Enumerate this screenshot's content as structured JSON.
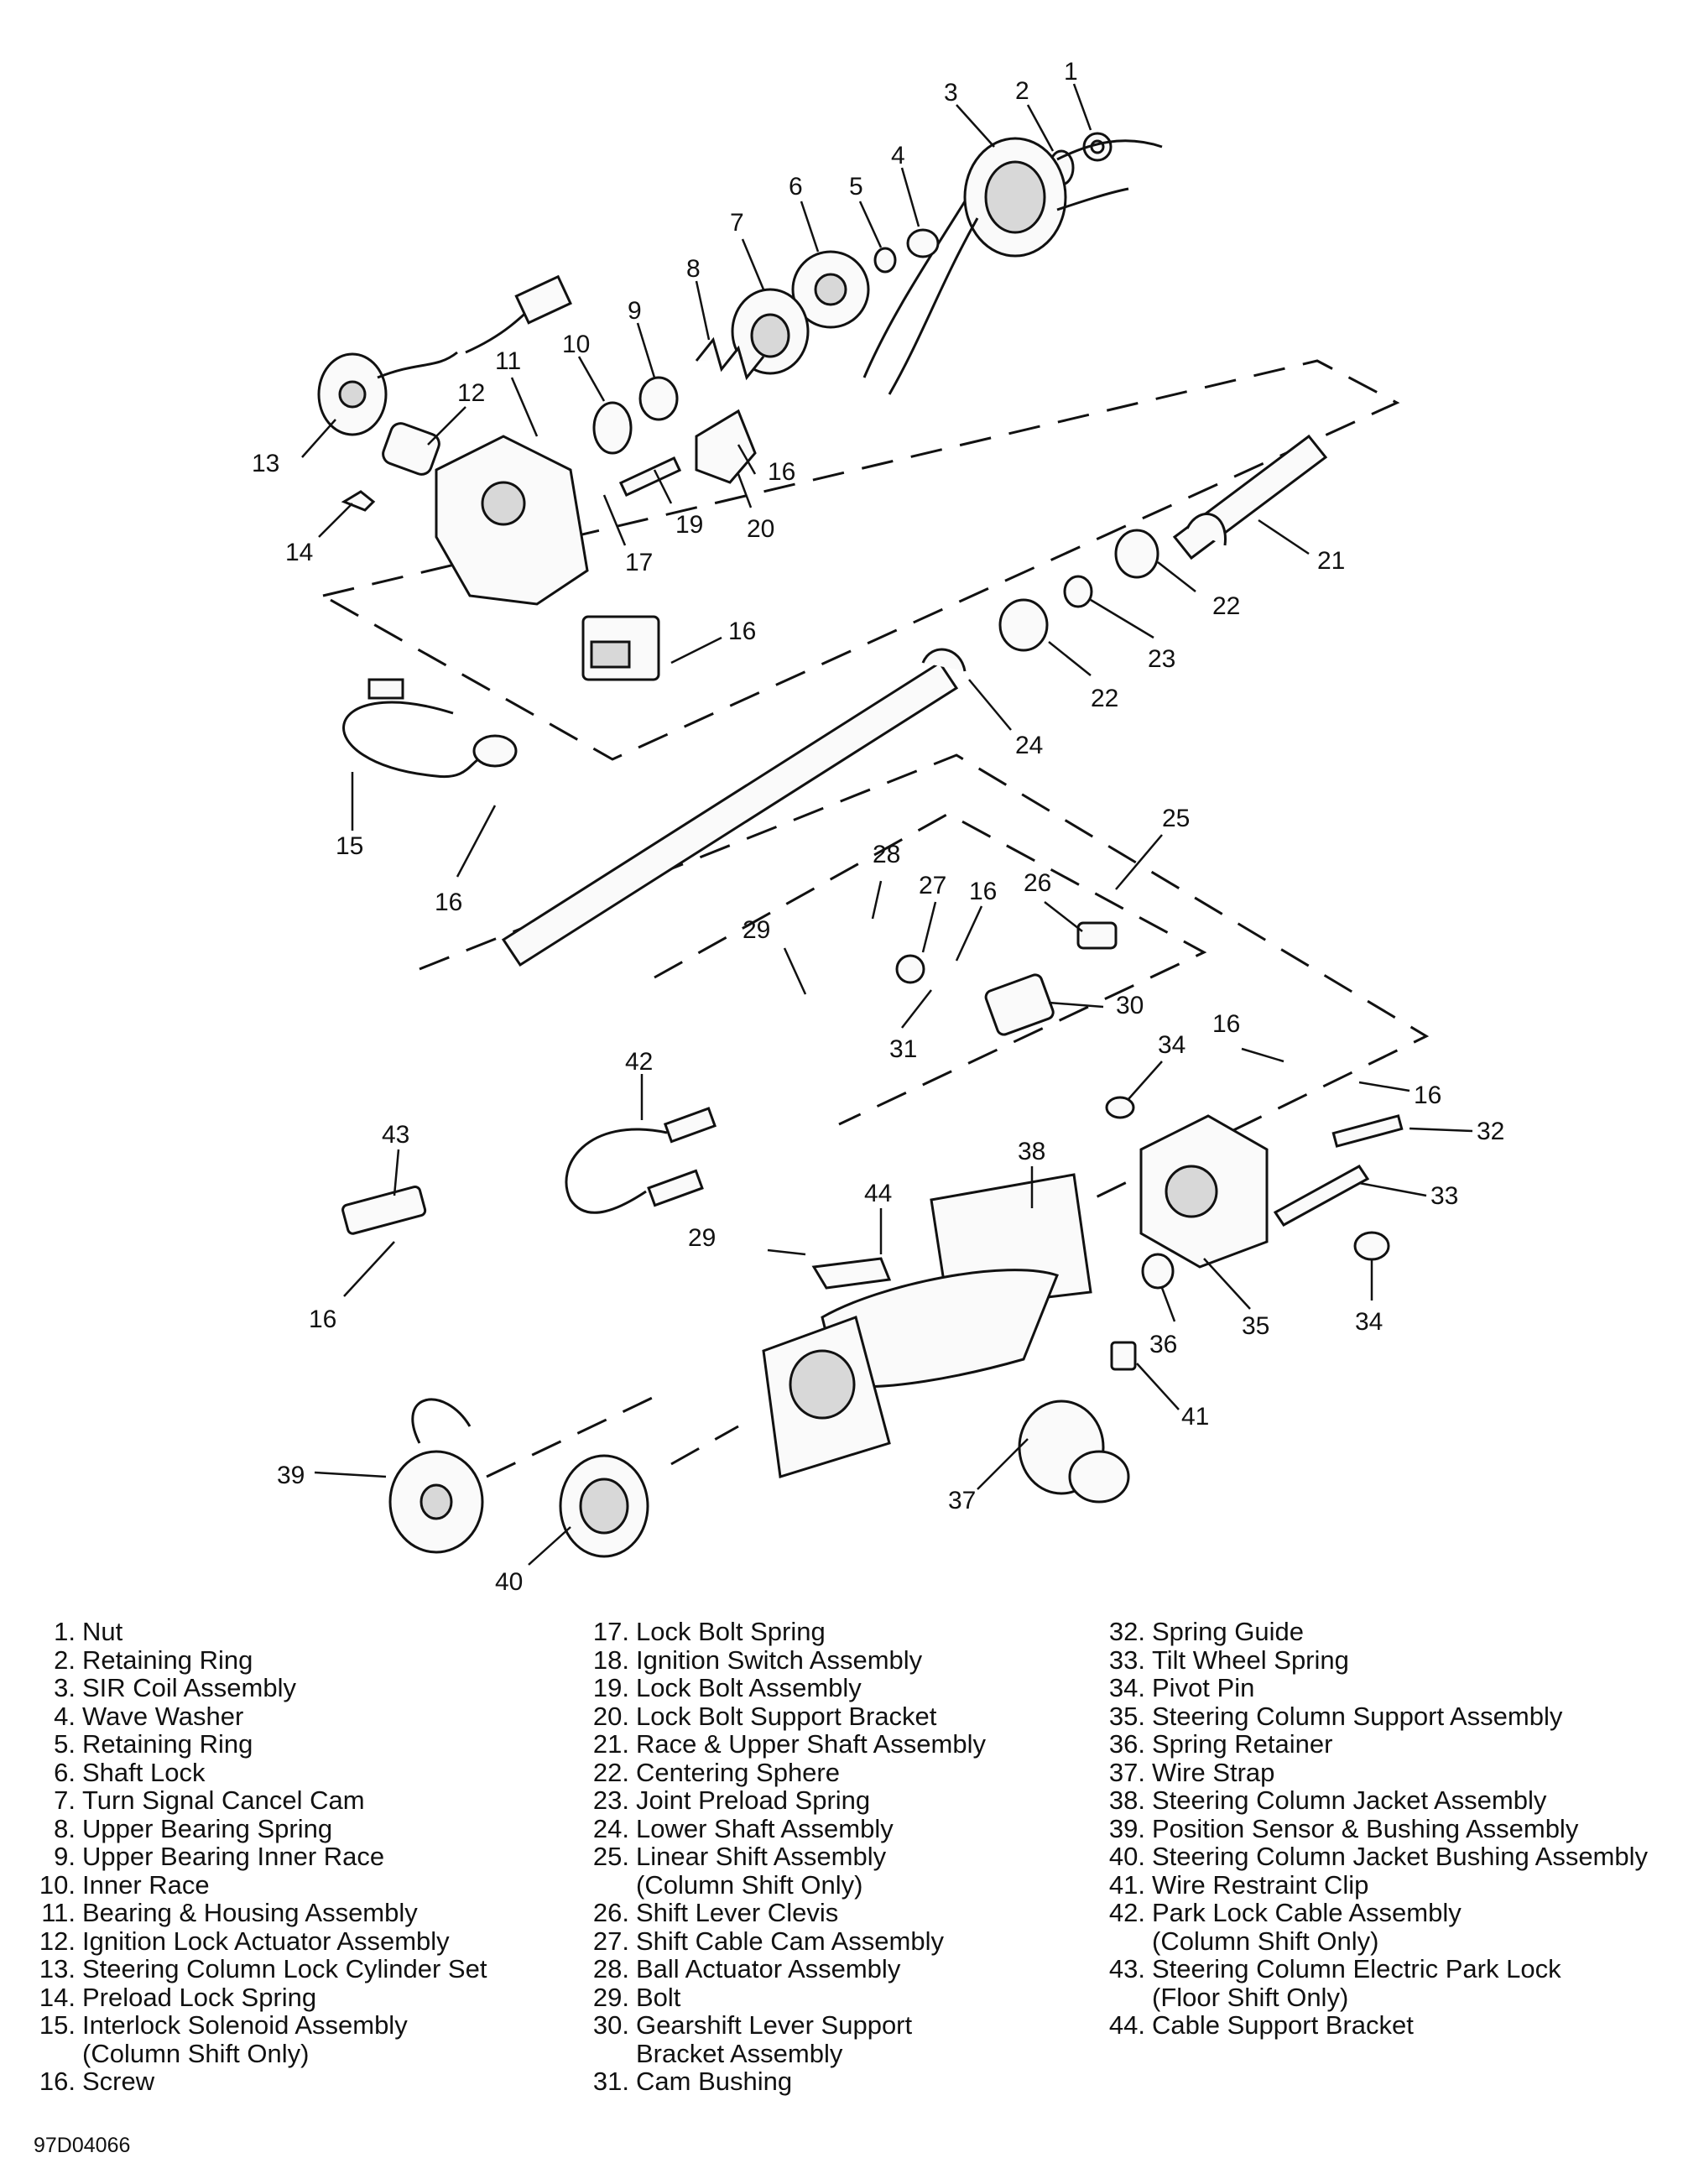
{
  "figure_code": "97D04066",
  "callouts": [
    "1",
    "2",
    "3",
    "4",
    "5",
    "6",
    "7",
    "8",
    "9",
    "10",
    "11",
    "12",
    "13",
    "14",
    "15",
    "16",
    "17",
    "19",
    "20",
    "21",
    "22",
    "23",
    "24",
    "25",
    "26",
    "27",
    "28",
    "29",
    "30",
    "31",
    "32",
    "33",
    "34",
    "35",
    "36",
    "37",
    "38",
    "39",
    "40",
    "41",
    "42",
    "43",
    "44"
  ],
  "legend": {
    "col1": [
      {
        "num": "1.",
        "label": "Nut"
      },
      {
        "num": "2.",
        "label": "Retaining Ring"
      },
      {
        "num": "3.",
        "label": "SIR Coil Assembly"
      },
      {
        "num": "4.",
        "label": "Wave Washer"
      },
      {
        "num": "5.",
        "label": "Retaining Ring"
      },
      {
        "num": "6.",
        "label": "Shaft Lock"
      },
      {
        "num": "7.",
        "label": "Turn Signal Cancel Cam"
      },
      {
        "num": "8.",
        "label": "Upper Bearing Spring"
      },
      {
        "num": "9.",
        "label": "Upper Bearing Inner Race"
      },
      {
        "num": "10.",
        "label": "Inner Race"
      },
      {
        "num": "11.",
        "label": "Bearing & Housing Assembly"
      },
      {
        "num": "12.",
        "label": "Ignition Lock Actuator Assembly"
      },
      {
        "num": "13.",
        "label": "Steering Column Lock Cylinder Set"
      },
      {
        "num": "14.",
        "label": "Preload Lock Spring"
      },
      {
        "num": "15.",
        "label": "Interlock Solenoid Assembly",
        "cont": "(Column Shift Only)"
      },
      {
        "num": "16.",
        "label": "Screw"
      }
    ],
    "col2": [
      {
        "num": "17.",
        "label": "Lock Bolt Spring"
      },
      {
        "num": "18.",
        "label": "Ignition Switch Assembly"
      },
      {
        "num": "19.",
        "label": "Lock Bolt Assembly"
      },
      {
        "num": "20.",
        "label": "Lock Bolt Support Bracket"
      },
      {
        "num": "21.",
        "label": "Race & Upper Shaft Assembly"
      },
      {
        "num": "22.",
        "label": "Centering Sphere"
      },
      {
        "num": "23.",
        "label": "Joint Preload Spring"
      },
      {
        "num": "24.",
        "label": "Lower Shaft Assembly"
      },
      {
        "num": "25.",
        "label": "Linear Shift Assembly",
        "cont": "(Column Shift Only)"
      },
      {
        "num": "26.",
        "label": "Shift Lever Clevis"
      },
      {
        "num": "27.",
        "label": "Shift Cable Cam Assembly"
      },
      {
        "num": "28.",
        "label": "Ball Actuator Assembly"
      },
      {
        "num": "29.",
        "label": "Bolt"
      },
      {
        "num": "30.",
        "label": "Gearshift Lever Support",
        "cont": "Bracket Assembly"
      },
      {
        "num": "31.",
        "label": "Cam Bushing"
      }
    ],
    "col3": [
      {
        "num": "32.",
        "label": "Spring Guide"
      },
      {
        "num": "33.",
        "label": "Tilt Wheel Spring"
      },
      {
        "num": "34.",
        "label": "Pivot Pin"
      },
      {
        "num": "35.",
        "label": "Steering Column Support Assembly"
      },
      {
        "num": "36.",
        "label": "Spring Retainer"
      },
      {
        "num": "37.",
        "label": "Wire Strap"
      },
      {
        "num": "38.",
        "label": "Steering Column Jacket Assembly"
      },
      {
        "num": "39.",
        "label": "Position Sensor & Bushing Assembly"
      },
      {
        "num": "40.",
        "label": "Steering Column Jacket Bushing Assembly"
      },
      {
        "num": "41.",
        "label": "Wire Restraint Clip"
      },
      {
        "num": "42.",
        "label": "Park Lock Cable Assembly",
        "cont": "(Column Shift Only)"
      },
      {
        "num": "43.",
        "label": "Steering Column Electric Park Lock",
        "cont": "(Floor Shift Only)"
      },
      {
        "num": "44.",
        "label": "Cable Support Bracket"
      }
    ]
  }
}
